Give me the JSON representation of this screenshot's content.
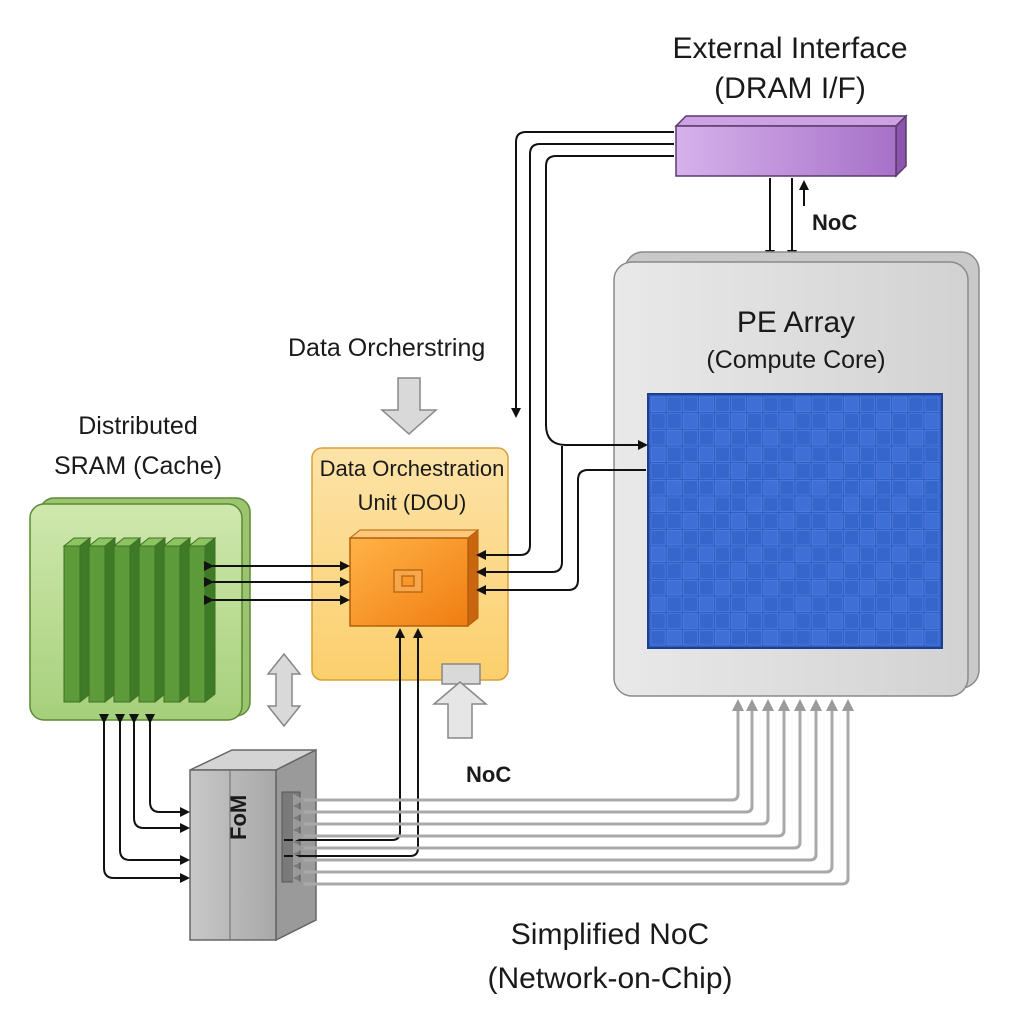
{
  "labels": {
    "external_interface": "External Interface",
    "dram_if": "(DRAM I/F)",
    "noc_top": "NoC",
    "pe_array": "PE Array",
    "compute_core": "(Compute Core)",
    "data_orcherstring": "Data Orcherstring",
    "distributed": "Distributed",
    "sram_cache": "SRAM (Cache)",
    "dou_line1": "Data Orchestration",
    "dou_line2": "Unit (DOU)",
    "noc_middle": "NoC",
    "fom": "FoM",
    "simplified_noc": "Simplified NoC",
    "network_on_chip": "(Network-on-Chip)"
  },
  "colors": {
    "sram_fill": "#b5d98f",
    "sram_bank": "#5c9a3a",
    "dou_fill": "#fdd98b",
    "dou_core": "#f5931e",
    "pe_outer": "#d8d8d8",
    "pe_grid": "#2f5fc4",
    "dram_if": "#b27fd0",
    "fom": "#b9b9b9",
    "gray_arrow": "#a9a9a9",
    "black_line": "#111111"
  }
}
